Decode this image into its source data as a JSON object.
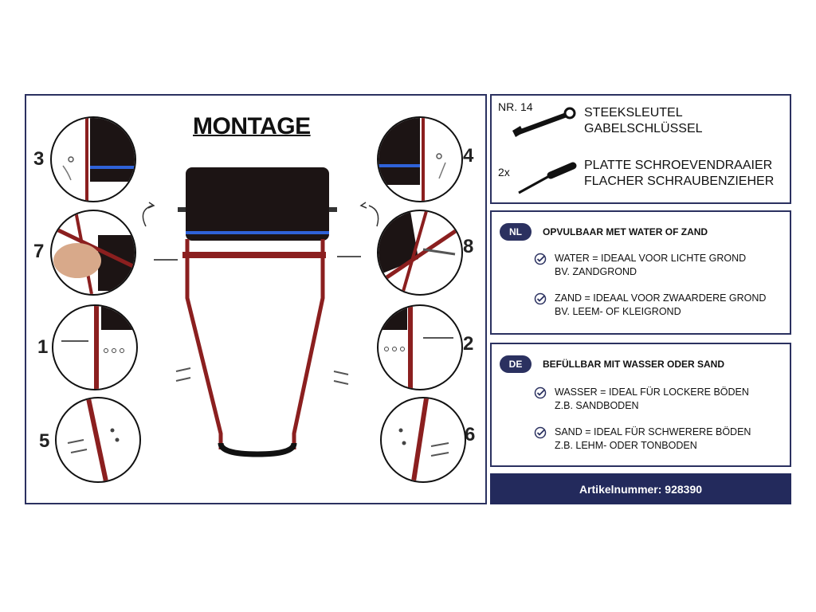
{
  "assembly": {
    "title": "MONTAGE",
    "steps": {
      "s3": "3",
      "s4": "4",
      "s7": "7",
      "s8": "8",
      "s1": "1",
      "s2": "2",
      "s5": "5",
      "s6": "6"
    }
  },
  "tools": {
    "wrench_tag": "NR. 14",
    "wrench_line1": "STEEKSLEUTEL",
    "wrench_line2": "GABELSCHLÜSSEL",
    "screwdriver_tag": "2x",
    "screwdriver_line1": "PLATTE SCHROEVENDRAAIER",
    "screwdriver_line2": "FLACHER SCHRAUBENZIEHER"
  },
  "nl": {
    "badge": "NL",
    "title": "OPVULBAAR MET WATER OF ZAND",
    "b1_line1": "WATER = IDEAAL VOOR LICHTE GROND",
    "b1_line2": "BV. ZANDGROND",
    "b2_line1": "ZAND = IDEAAL VOOR ZWAARDERE GROND",
    "b2_line2": "BV. LEEM- OF KLEIGROND"
  },
  "de": {
    "badge": "DE",
    "title": "BEFÜLLBAR MIT WASSER ODER SAND",
    "b1_line1": "WASSER = IDEAL FÜR LOCKERE BÖDEN",
    "b1_line2": "Z.B. SANDBODEN",
    "b2_line1": "SAND = IDEAL FÜR SCHWERERE BÖDEN",
    "b2_line2": "Z.B. LEHM- ODER TONBODEN"
  },
  "article": {
    "label": "Artikelnummer: 928390"
  },
  "colors": {
    "navy": "#232a5c",
    "frame_red": "#8b1f1f",
    "roller": "#1c1414",
    "stripe": "#2f62d8"
  }
}
